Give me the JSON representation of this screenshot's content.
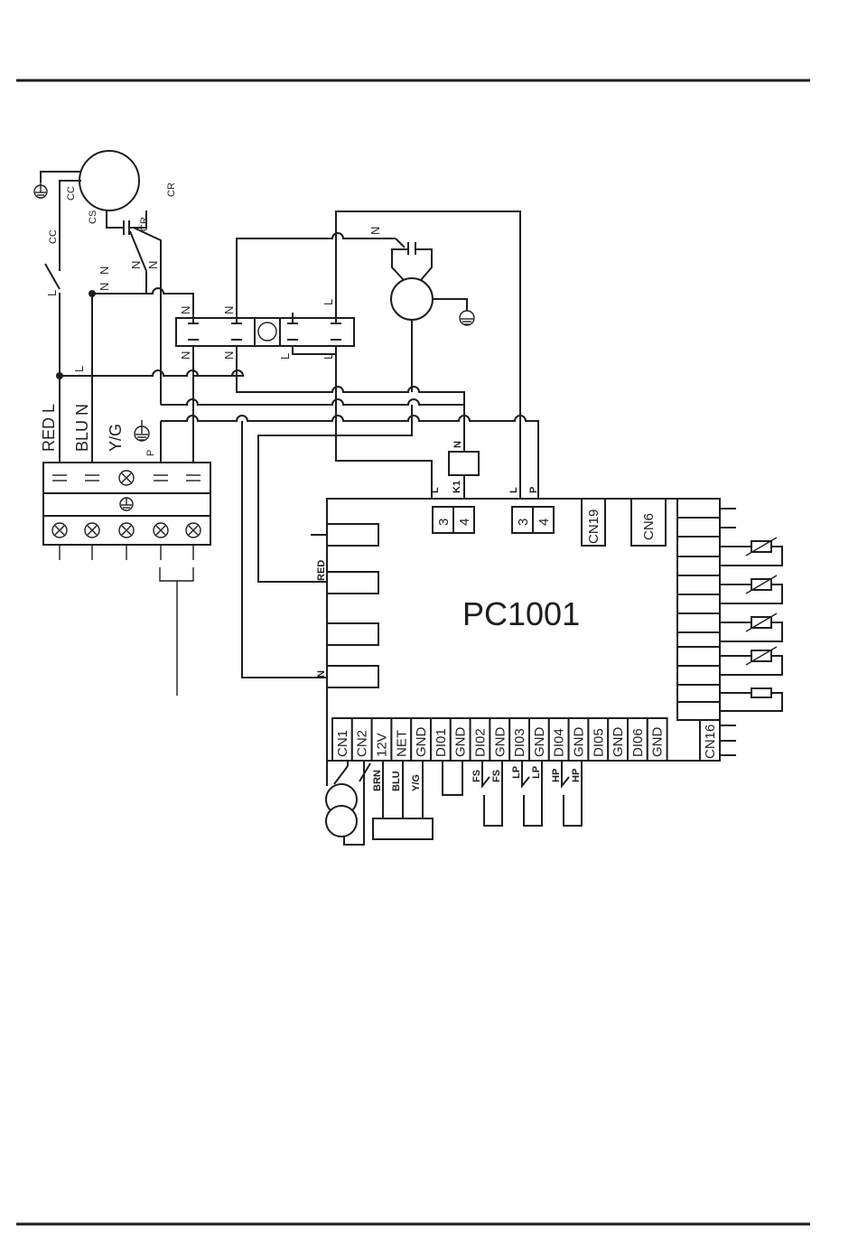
{
  "diagram": {
    "board_name": "PC1001",
    "compressor": {
      "terminals": [
        "CC",
        "CS",
        "CR"
      ]
    },
    "capacitor_labels": [
      "CR"
    ],
    "wire_letters": {
      "l": "L",
      "n": "N",
      "p": "P"
    },
    "terminal_block": {
      "labels": [
        "RED L",
        "BLU N",
        "Y/G",
        "P"
      ]
    },
    "relay_labels": [
      "K1"
    ],
    "board_connectors": {
      "top_pins": [
        "3",
        "4",
        "3",
        "4"
      ],
      "top_boxes": [
        "CN19",
        "CN6"
      ],
      "bottom_pins": [
        "CN1",
        "CN2",
        "12V",
        "NET",
        "GND",
        "DI01",
        "GND",
        "DI02",
        "GND",
        "DI03",
        "GND",
        "DI04",
        "GND",
        "DI05",
        "GND",
        "DI06",
        "GND"
      ],
      "right_box": "CN16",
      "left_side_labels": [
        "RED",
        "N"
      ]
    },
    "cable_colors": [
      "BRN",
      "BLU",
      "Y/G"
    ],
    "switch_labels": [
      "FS",
      "FS",
      "LP",
      "LP",
      "HP",
      "HP"
    ]
  },
  "colors": {
    "line": "#1e1e1e",
    "background": "#ffffff"
  }
}
